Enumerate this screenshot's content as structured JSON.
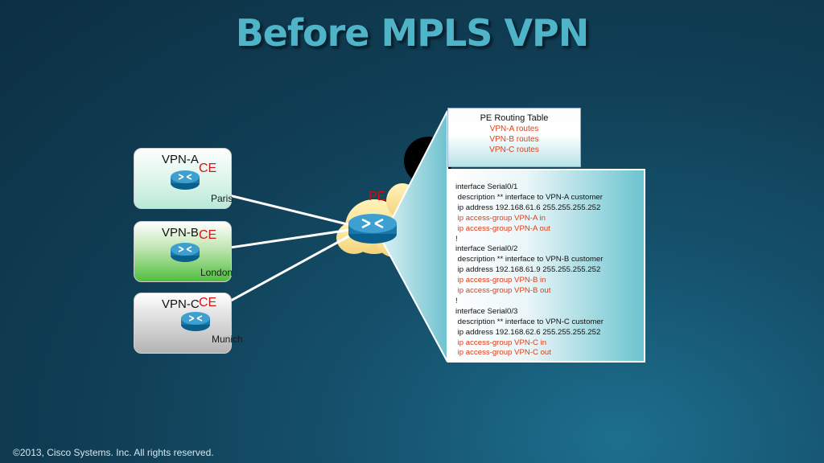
{
  "title": "Before MPLS VPN",
  "copyright": "©2013, Cisco Systems. Inc. All rights reserved.",
  "sites": [
    {
      "vpn": "VPN-A",
      "ce": "CE",
      "city": "Paris"
    },
    {
      "vpn": "VPN-B",
      "ce": "CE",
      "city": "London"
    },
    {
      "vpn": "VPN-C",
      "ce": "CE",
      "city": "Munich"
    }
  ],
  "pe": {
    "label": "PE"
  },
  "routing_table": {
    "title": "PE Routing Table",
    "rows": [
      "VPN-A routes",
      "VPN-B routes",
      "VPN-C routes"
    ]
  },
  "config_lines": [
    {
      "text": "interface Serial0/1",
      "highlight": false
    },
    {
      "text": " description ** interface to VPN-A customer",
      "highlight": false
    },
    {
      "text": " ip address 192.168.61.6 255.255.255.252",
      "highlight": false
    },
    {
      "text": " ip access-group VPN-A in",
      "highlight": true
    },
    {
      "text": " ip access-group VPN-A out",
      "highlight": true
    },
    {
      "text": "!",
      "highlight": false
    },
    {
      "text": "interface Serial0/2",
      "highlight": false
    },
    {
      "text": " description ** interface to VPN-B customer",
      "highlight": false
    },
    {
      "text": " ip address 192.168.61.9 255.255.255.252",
      "highlight": false
    },
    {
      "text": " ip access-group VPN-B in",
      "highlight": true
    },
    {
      "text": " ip access-group VPN-B out",
      "highlight": true
    },
    {
      "text": "!",
      "highlight": false
    },
    {
      "text": "interface Serial0/3",
      "highlight": false
    },
    {
      "text": " description ** interface to VPN-C customer",
      "highlight": false
    },
    {
      "text": " ip address 192.168.62.6 255.255.255.252",
      "highlight": false
    },
    {
      "text": " ip access-group VPN-C in",
      "highlight": true
    },
    {
      "text": " ip access-group VPN-C out",
      "highlight": true
    }
  ],
  "colors": {
    "highlight": "#e03a14",
    "ce_label": "#d0151a",
    "title": "#4fb4c8"
  }
}
